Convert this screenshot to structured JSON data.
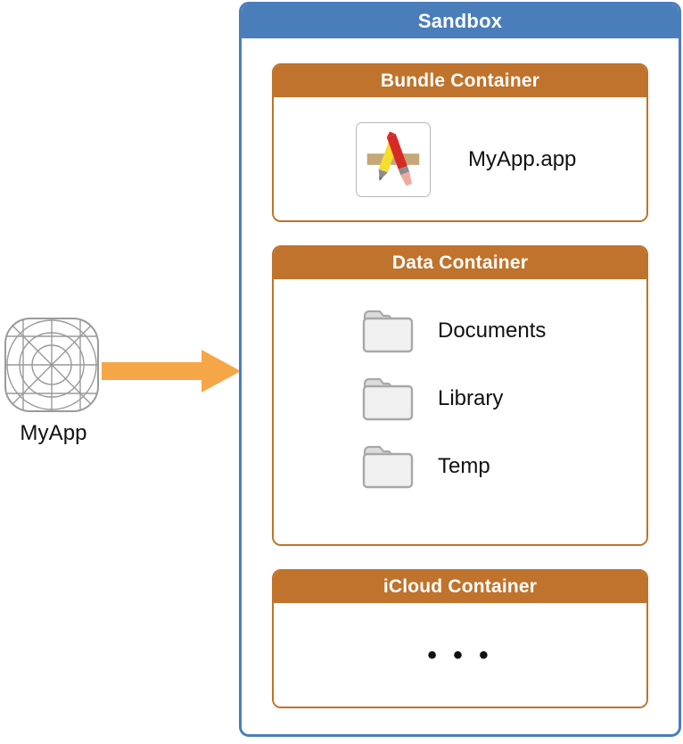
{
  "source_app": {
    "label": "MyApp",
    "icon": "app-grid-template-icon"
  },
  "arrow": {
    "icon": "right-arrow-icon",
    "color": "#f5a748"
  },
  "sandbox": {
    "title": "Sandbox",
    "border_color": "#4a7ebb",
    "header_color": "#4a7ebb",
    "containers": [
      {
        "title": "Bundle Container",
        "accent_color": "#bf732c",
        "items": [
          {
            "label": "MyApp.app",
            "icon": "xcode-app-icon"
          }
        ]
      },
      {
        "title": "Data Container",
        "accent_color": "#bf732c",
        "items": [
          {
            "label": "Documents",
            "icon": "folder-icon"
          },
          {
            "label": "Library",
            "icon": "folder-icon"
          },
          {
            "label": "Temp",
            "icon": "folder-icon"
          }
        ]
      },
      {
        "title": "iCloud Container",
        "accent_color": "#bf732c",
        "ellipsis": "• • •",
        "items": []
      }
    ]
  }
}
